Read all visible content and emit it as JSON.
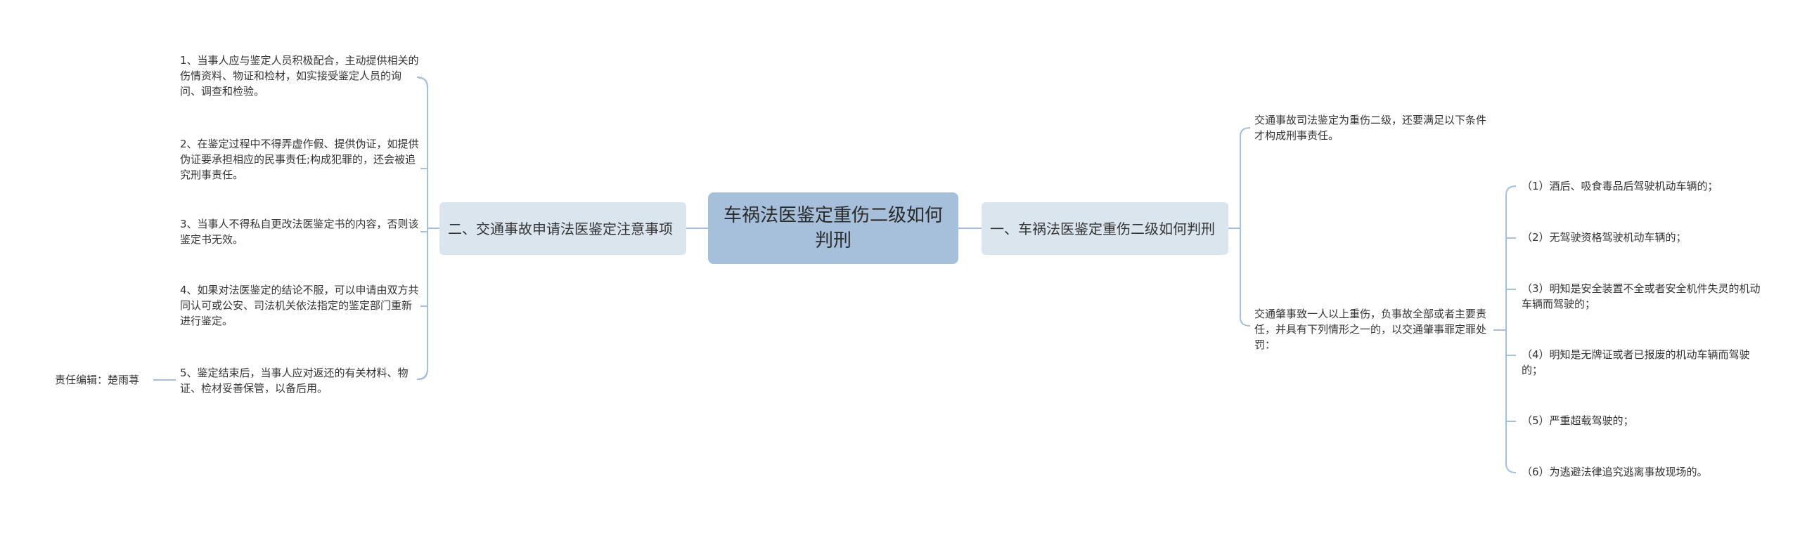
{
  "root": {
    "title": "车祸法医鉴定重伤二级如何判刑"
  },
  "left_branch": {
    "label": "二、交通事故申请法医鉴定注意事项",
    "items": [
      "1、当事人应与鉴定人员积极配合，主动提供相关的伤情资料、物证和检材，如实接受鉴定人员的询问、调查和检验。",
      "2、在鉴定过程中不得弄虚作假、提供伪证，如提供伪证要承担相应的民事责任;构成犯罪的，还会被追究刑事责任。",
      "3、当事人不得私自更改法医鉴定书的内容，否则该鉴定书无效。",
      "4、如果对法医鉴定的结论不服，可以申请由双方共同认可或公安、司法机关依法指定的鉴定部门重新进行鉴定。",
      "5、鉴定结束后，当事人应对返还的有关材料、物证、检材妥善保管，以备后用。"
    ],
    "editor": "责任编辑：楚雨荨"
  },
  "right_branch": {
    "label": "一、车祸法医鉴定重伤二级如何判刑",
    "items": [
      "交通事故司法鉴定为重伤二级，还要满足以下条件才构成刑事责任。",
      "交通肇事致一人以上重伤，负事故全部或者主要责任，并具有下列情形之一的，以交通肇事罪定罪处罚："
    ],
    "subitems": [
      "（1）酒后、吸食毒品后驾驶机动车辆的；",
      "（2）无驾驶资格驾驶机动车辆的；",
      "（3）明知是安全装置不全或者安全机件失灵的机动车辆而驾驶的；",
      "（4）明知是无牌证或者已报废的机动车辆而驾驶的；",
      "（5）严重超载驾驶的；",
      "（6）为逃避法律追究逃离事故现场的。"
    ]
  },
  "colors": {
    "root_fill": "#a6bfda",
    "branch_fill": "#dbe5ee",
    "connector": "#a6bfda"
  }
}
